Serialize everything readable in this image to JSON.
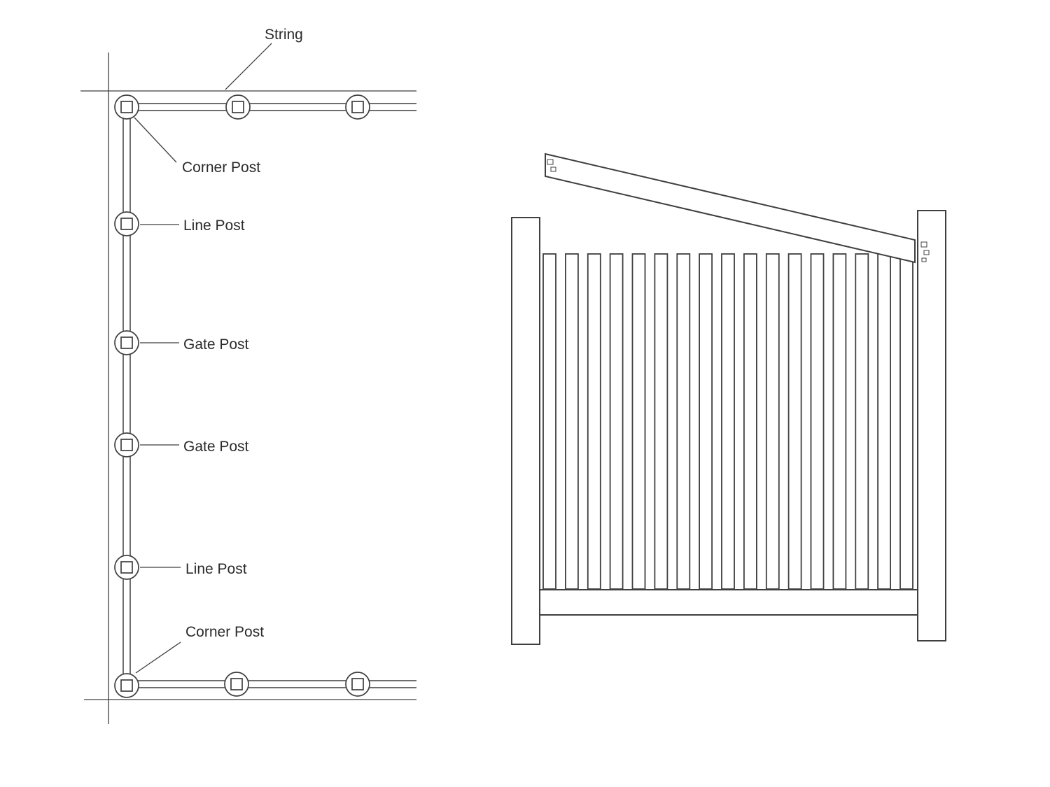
{
  "page": {
    "background": "#ffffff",
    "line_color": "#3f3f3f",
    "text_color": "#2b2b2b"
  },
  "plan_view": {
    "labels": {
      "string": "String",
      "corner_post_top": "Corner Post",
      "line_post_top": "Line Post",
      "gate_post_upper": "Gate Post",
      "gate_post_lower": "Gate Post",
      "line_post_bottom": "Line Post",
      "corner_post_bottom": "Corner Post"
    }
  },
  "elevation": {
    "picket_count": 17
  }
}
